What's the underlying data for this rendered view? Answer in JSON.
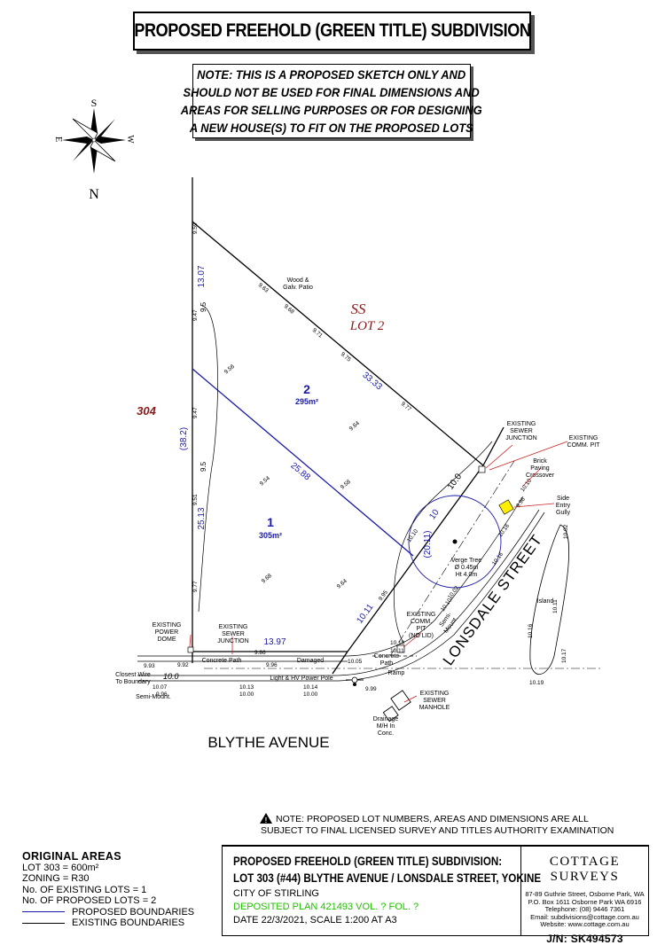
{
  "title": "PROPOSED FREEHOLD (GREEN TITLE) SUBDIVISION",
  "note_lines": [
    "NOTE: THIS IS A PROPOSED SKETCH ONLY AND",
    "SHOULD NOT BE USED FOR FINAL DIMENSIONS AND",
    "AREAS FOR SELLING PURPOSES OR FOR DESIGNING",
    "A NEW HOUSE(S) TO FIT ON THE PROPOSED LOTS"
  ],
  "compass": {
    "n": "N",
    "s": "S",
    "e": "E",
    "w": "W"
  },
  "lots": {
    "lot2_num": "2",
    "lot2_area": "295m²",
    "lot1_num": "1",
    "lot1_area": "305m²",
    "neighbour_304": "304",
    "ss_lot": "SS",
    "ss_lot2": "LOT 2"
  },
  "dims": {
    "d1307": "13.07",
    "d382": "(38.2)",
    "d2513": "25.13",
    "d3333": "33.33",
    "d2588": "25.88",
    "d1011": "10.11",
    "d1397": "13.97",
    "d2011": "(20.11)",
    "d10a": "10",
    "d10b": "10.0"
  },
  "labels": {
    "patio": [
      "Wood &",
      "Galv. Patio"
    ],
    "ex_sewer_junction_top": [
      "EXISTING",
      "SEWER",
      "JUNCTION"
    ],
    "ex_comm_pit_top": [
      "EXISTING",
      "COMM. PIT"
    ],
    "brick": [
      "Brick",
      "Paving",
      "Crossover"
    ],
    "side_gully": [
      "Side",
      "Entry",
      "Gully"
    ],
    "verge_tree": [
      "Verge Tree",
      "Ø 0.45m",
      "Ht 4.0m"
    ],
    "island": "Island",
    "lonsdale": "LONSDALE   STREET",
    "ex_power": [
      "EXISTING",
      "POWER",
      "DOME"
    ],
    "ex_sewer_bottom": [
      "EXISTING",
      "SEWER",
      "JUNCTION"
    ],
    "ex_comm_pit_nolid": [
      "EXISTING",
      "COMM.",
      "PIT",
      "(NO LID)"
    ],
    "concrete_path": "Concrete Path",
    "damaged": "Damaged",
    "concrete_path2": [
      "Concrete",
      "Path"
    ],
    "ramp": "Ramp",
    "light_pole": "Light & HV Power Pole",
    "closest_wire": [
      "Closest Wire",
      "To Boundary"
    ],
    "semi_mount": "Semi-Mount.",
    "semi_mount2": [
      "Semi-",
      "Mount."
    ],
    "ex_sewer_manhole": [
      "EXISTING",
      "SEWER",
      "MANHOLE"
    ],
    "drainage": [
      "Drainage",
      "M/H In",
      "Conc."
    ],
    "blythe": "BLYTHE     AVENUE"
  },
  "levels": {
    "l1": "9.59",
    "l2": "9.63",
    "l3": "9.68",
    "l4": "9.71",
    "l5": "9.75",
    "l6": "9.77",
    "l7": "9.47",
    "l8": "9.47",
    "l9": "9.56",
    "l10": "9.64",
    "l11": "9.54",
    "l12": "9.58",
    "l13": "9.51",
    "l14": "9.68",
    "l15": "9.64",
    "l16": "9.77",
    "l17": "9.95",
    "l18": "10.10",
    "l19": "10.16",
    "l20": "10.02",
    "l21": "10.10",
    "l22": "9.93",
    "l23": "9.92",
    "l24": "10.07",
    "l25": "9.96",
    "l26": "10.13",
    "l27": "10.00",
    "l28": "10.14",
    "l29": "10.00",
    "l30": "9.99",
    "l31": "10.19",
    "l32": "10.17",
    "l33": "10.16",
    "l34": "10.11",
    "l35": "10.02",
    "l36": "10.16",
    "l37": "9.86",
    "l38": "9.96",
    "l39": "10.05",
    "l40": "10.10",
    "l41": "10.11",
    "l42": "9.96",
    "l43": "10.10",
    "l44": "10.0",
    "l45": "9.5",
    "l46": "9.5"
  },
  "bottom_note": [
    "NOTE: PROPOSED LOT NUMBERS, AREAS AND DIMENSIONS ARE ALL",
    "SUBJECT TO FINAL LICENSED SURVEY AND TITLES AUTHORITY EXAMINATION"
  ],
  "original_areas": {
    "heading": "ORIGINAL AREAS",
    "lines": [
      "LOT 303 = 600m²",
      "ZONING = R30",
      "No. OF EXISTING LOTS = 1",
      "No. OF PROPOSED LOTS = 2"
    ],
    "legend_proposed": "PROPOSED BOUNDARIES",
    "legend_existing": "EXISTING BOUNDARIES"
  },
  "title_block": {
    "line1": "PROPOSED FREEHOLD (GREEN TITLE) SUBDIVISION:",
    "line2": "LOT 303 (#44) BLYTHE AVENUE / LONSDALE STREET, YOKINE",
    "city": "CITY OF STIRLING",
    "deposited": "DEPOSITED PLAN 421493    VOL. ?    FOL. ?",
    "date": "DATE 22/3/2021,    SCALE 1:200 AT A3",
    "company": "COTTAGE SURVEYS",
    "address": [
      "87-89 Guthrie Street, Osborne Park, WA",
      "P.O. Box 1611 Osborne Park  WA  6916",
      "Telephone: (08) 9446 7361",
      "Email: subdivisions@cottage.com.au",
      "Website: www.cottage.com.au"
    ],
    "jn": "J/N: SK494573"
  },
  "colors": {
    "proposed": "#1a1aa8",
    "existing": "#000000",
    "ss_red": "#8b1a1a",
    "gully": "#ffee00",
    "callout": "#cc2222"
  }
}
